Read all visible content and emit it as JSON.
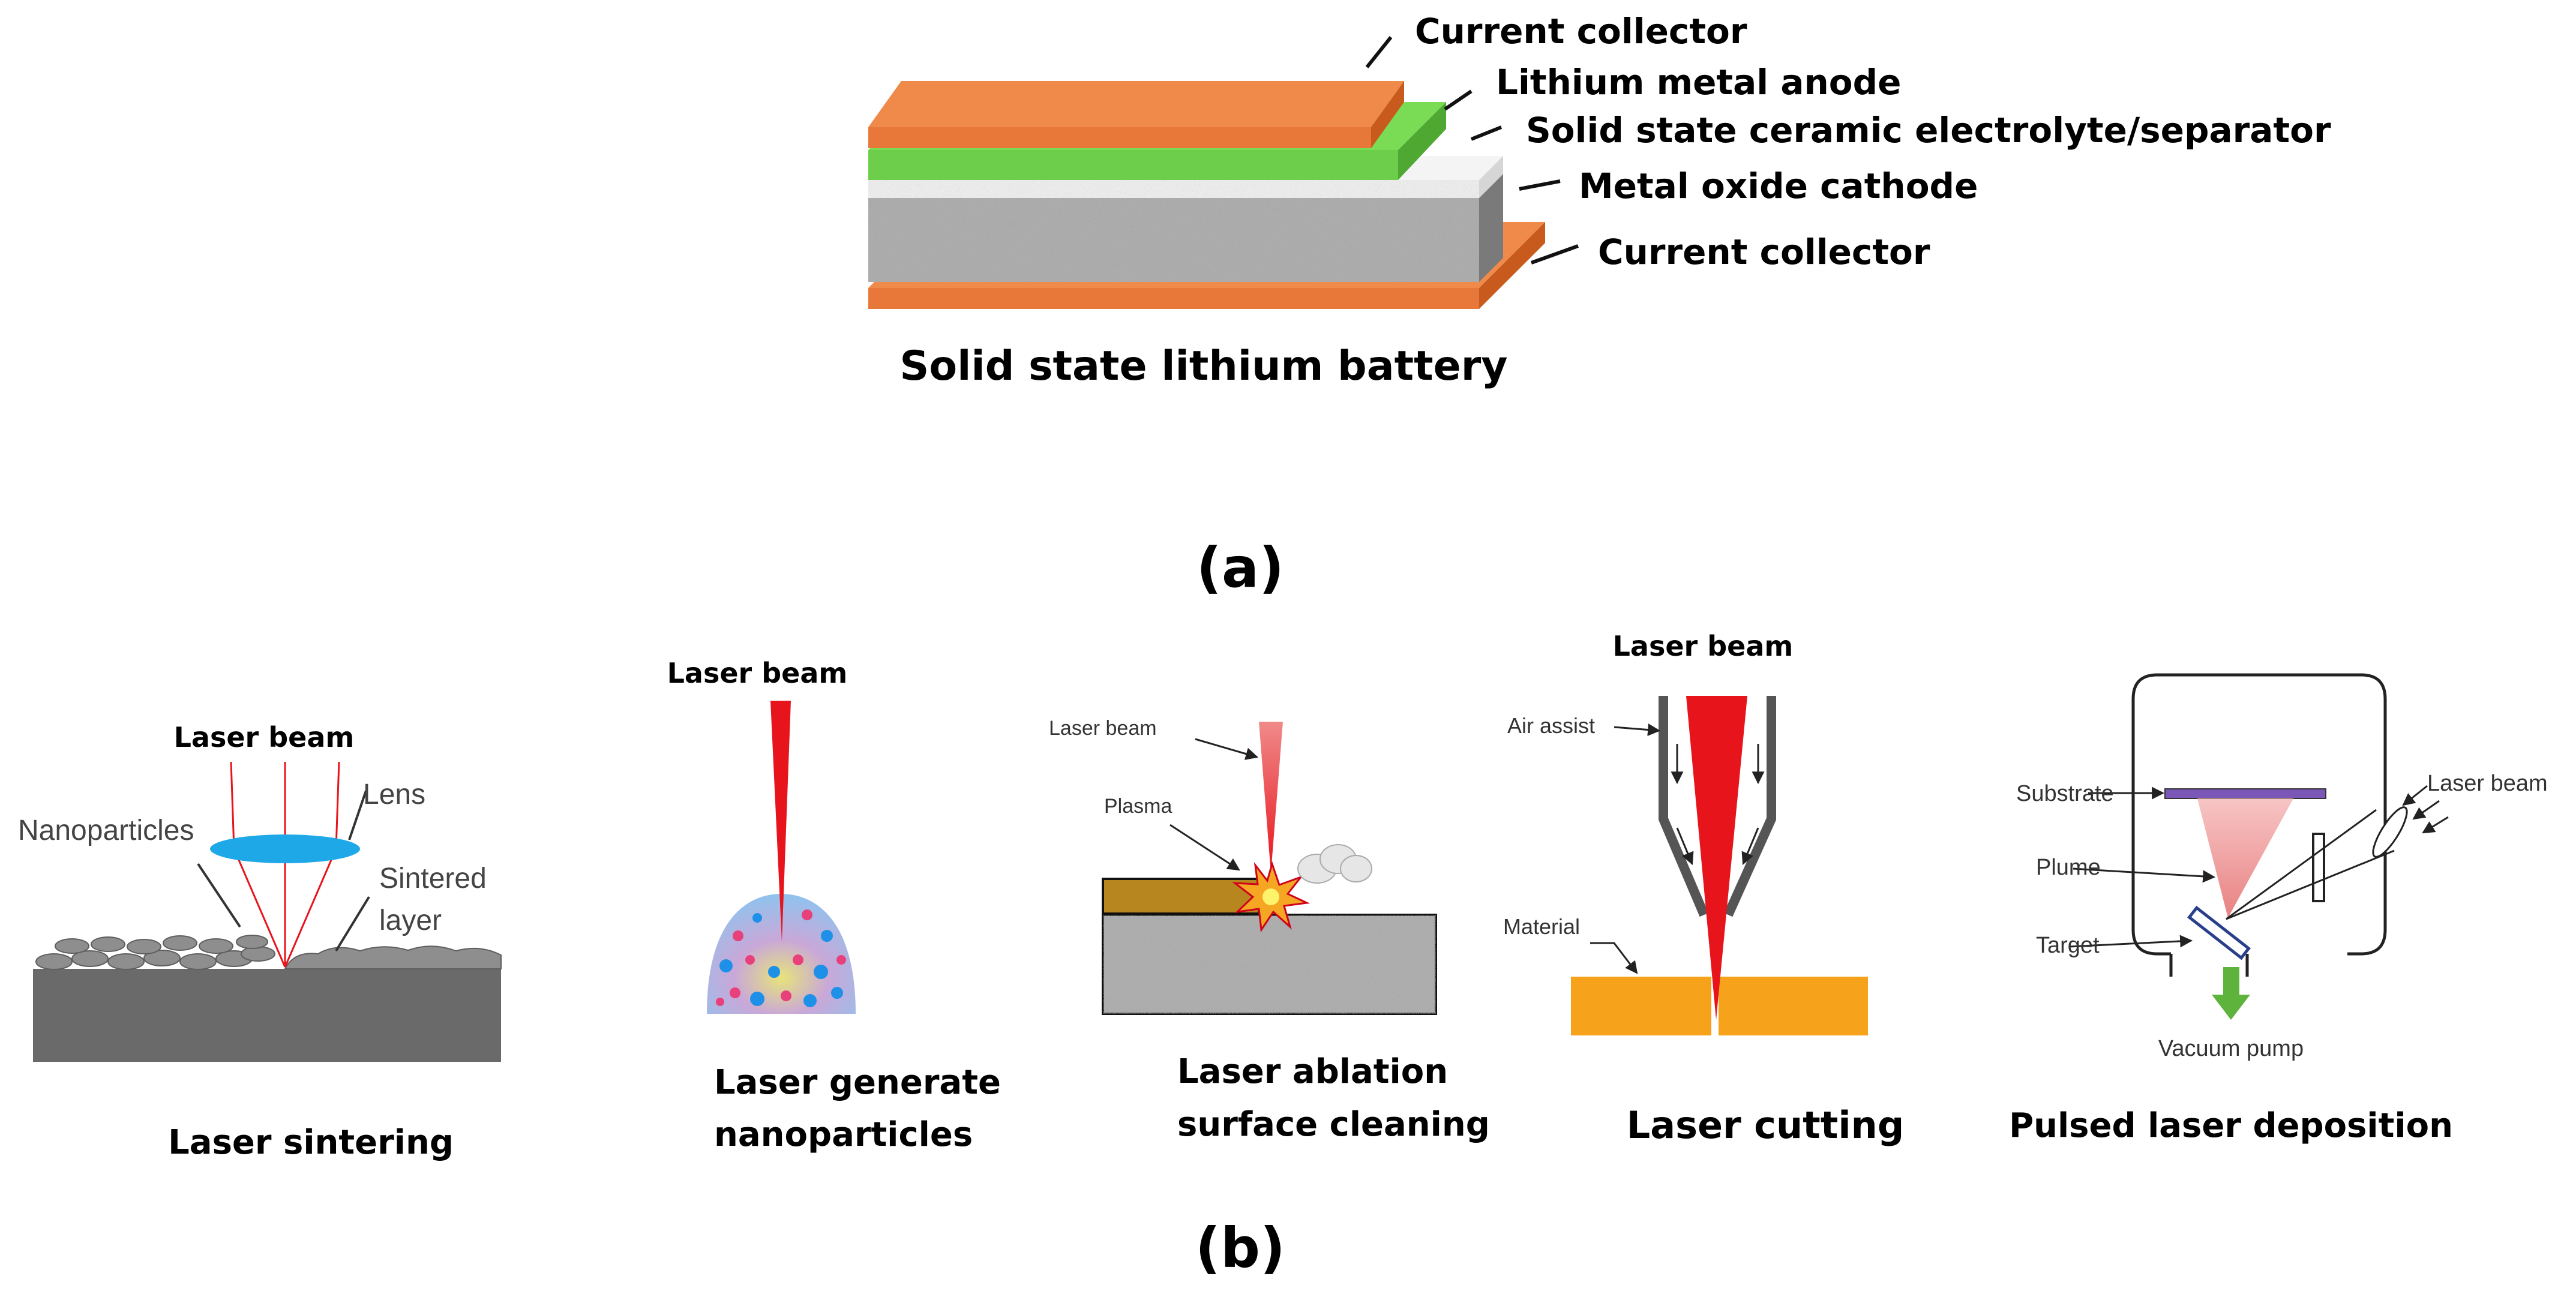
{
  "panel_a": {
    "layers": {
      "current_collector_top": "Current collector",
      "lithium_metal_anode": "Lithium metal anode",
      "electrolyte_separator": "Solid state ceramic electrolyte/separator",
      "metal_oxide_cathode": "Metal oxide cathode",
      "current_collector_bottom": "Current collector"
    },
    "title": "Solid state lithium battery",
    "label": "(a)",
    "colors": {
      "collector": "#E8773A",
      "collector_dark": "#C85A1E",
      "anode": "#6DCE4B",
      "anode_dark": "#4FA832",
      "electrolyte": "#ECECEC",
      "cathode": "#9A9A9A"
    }
  },
  "panel_b": {
    "label": "(b)",
    "sintering": {
      "laser_beam": "Laser beam",
      "lens": "Lens",
      "nanoparticles": "Nanoparticles",
      "sintered_layer_1": "Sintered",
      "sintered_layer_2": "layer",
      "caption": "Laser sintering"
    },
    "nanoparticles": {
      "laser_beam": "Laser beam",
      "caption_1": "Laser generate",
      "caption_2": "nanoparticles"
    },
    "ablation": {
      "laser_beam": "Laser beam",
      "plasma": "Plasma",
      "caption_1": "Laser ablation",
      "caption_2": "surface cleaning"
    },
    "cutting": {
      "laser_beam": "Laser beam",
      "air_assist": "Air assist",
      "material": "Material",
      "caption": "Laser cutting"
    },
    "pld": {
      "substrate": "Substrate",
      "plume": "Plume",
      "target": "Target",
      "laser_beam": "Laser beam",
      "vacuum_pump": "Vacuum pump",
      "caption": "Pulsed laser deposition"
    },
    "colors": {
      "laser_red": "#E8141C",
      "lens_blue": "#1EA8E8",
      "material_orange": "#F7A21B",
      "ablation_gold": "#B8861E",
      "substrate_purple": "#7B57B8",
      "plume_pink": "#F2A0A0",
      "pump_green": "#5DB33B",
      "sinter_gray": "#6A6A6A"
    }
  }
}
